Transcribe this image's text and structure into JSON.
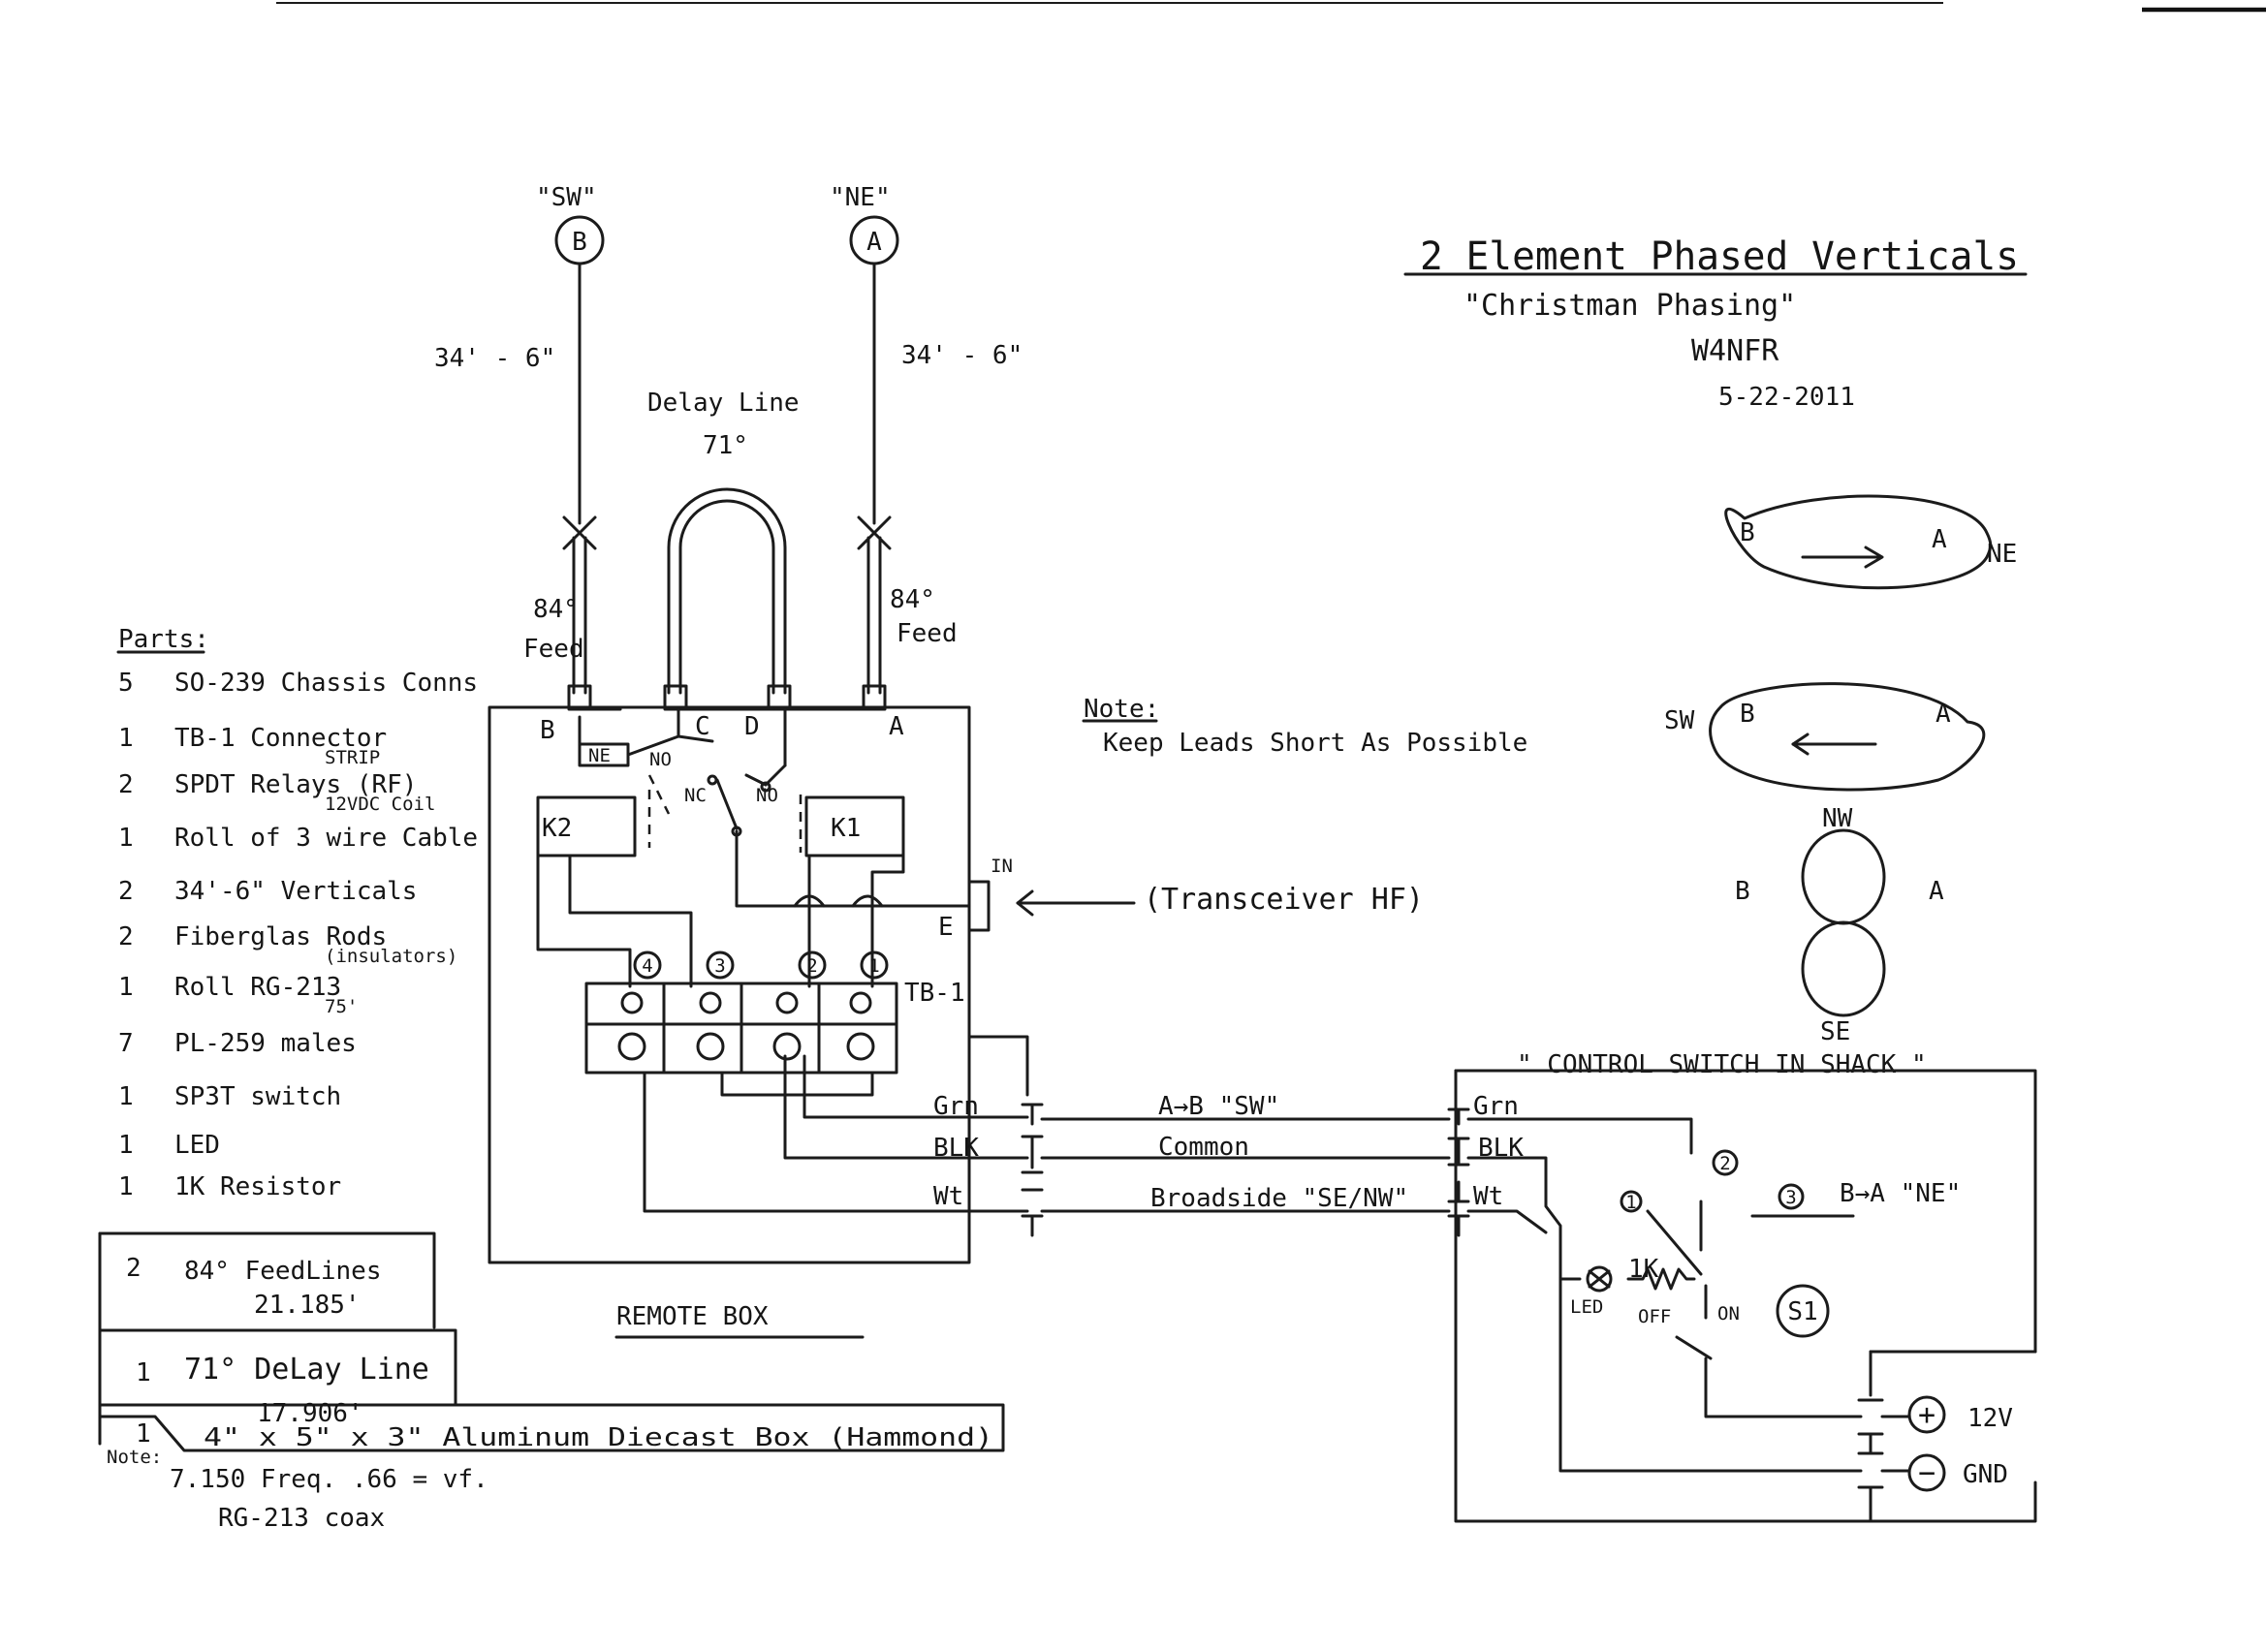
{
  "title": {
    "main": "2 Element Phased Verticals",
    "sub": "\"Christman Phasing\"",
    "callsign": "W4NFR",
    "date": "5-22-2011"
  },
  "antennas": {
    "b_quote": "\"SW\"",
    "b_letter": "B",
    "a_quote": "\"NE\"",
    "a_letter": "A",
    "b_length": "34' - 6\"",
    "a_length": "34' - 6\"",
    "delay_label": "Delay Line",
    "delay_deg": "71°",
    "feed_b_deg": "84°",
    "feed_b_word": "Feed",
    "feed_a_deg": "84°",
    "feed_a_word": "Feed"
  },
  "remote_box": {
    "label": "REMOTE BOX",
    "term_b": "B",
    "term_c": "C",
    "term_d": "D",
    "term_a": "A",
    "term_e": "E",
    "term_in": "IN",
    "relay_k2": "K2",
    "relay_k1": "K1",
    "ne_tag": "NE",
    "no_1": "NO",
    "nc": "NC",
    "no_2": "NO",
    "tb_label": "TB-1",
    "tb_1": "4",
    "tb_2": "3",
    "tb_3": "2",
    "tb_4": "1",
    "transceiver": "(Transceiver HF)"
  },
  "note_leads": {
    "heading": "Note:",
    "text": "Keep Leads Short As Possible"
  },
  "wiring": {
    "grn_left": "Grn",
    "blk_left": "BLK",
    "wt_left": "Wt",
    "grn_right": "Grn",
    "blk_right": "BLK",
    "wt_right": "Wt",
    "line_1": "A→B \"SW\"",
    "line_2": "Common",
    "line_3": "Broadside \"SE/NW\""
  },
  "control": {
    "title": "\" CONTROL SWITCH IN SHACK \"",
    "pos_1": "1",
    "pos_2": "2",
    "pos_3": "3",
    "ne_text": "B→A \"NE\"",
    "led": "LED",
    "resistor": "1K",
    "off": "OFF",
    "on": "ON",
    "switch": "S1",
    "plus": "+",
    "minus": "−",
    "v12": "12V",
    "gnd": "GND"
  },
  "patterns": {
    "p1_b": "B",
    "p1_a": "A",
    "p1_dir": "NE",
    "p2_dir": "SW",
    "p2_b": "B",
    "p2_a": "A",
    "p3_nw": "NW",
    "p3_b": "B",
    "p3_a": "A",
    "p3_se": "SE"
  },
  "parts": {
    "heading": "Parts:",
    "items": [
      {
        "qty": "5",
        "desc": "SO-239 Chassis Conns",
        "sub": ""
      },
      {
        "qty": "1",
        "desc": "TB-1 Connector",
        "sub": "STRIP"
      },
      {
        "qty": "2",
        "desc": "SPDT Relays (RF)",
        "sub": "12VDC Coil"
      },
      {
        "qty": "1",
        "desc": "Roll of 3 wire Cable",
        "sub": ""
      },
      {
        "qty": "2",
        "desc": "34'-6\" Verticals",
        "sub": ""
      },
      {
        "qty": "2",
        "desc": "Fiberglas Rods",
        "sub": "(insulators)"
      },
      {
        "qty": "1",
        "desc": "Roll RG-213",
        "sub": "75'"
      },
      {
        "qty": "7",
        "desc": "PL-259 males",
        "sub": ""
      },
      {
        "qty": "1",
        "desc": "SP3T switch",
        "sub": ""
      },
      {
        "qty": "1",
        "desc": "LED",
        "sub": ""
      },
      {
        "qty": "1",
        "desc": "1K Resistor",
        "sub": ""
      }
    ],
    "box_1_qty": "2",
    "box_1_desc": "84° FeedLines",
    "box_1_val": "21.185'",
    "box_2_qty": "1",
    "box_2_desc": "71° DeLay Line",
    "box_2_val": "17.906'",
    "box_3_qty": "1",
    "box_3_desc": "4\" x 5\" x 3\" Aluminum Diecast Box (Hammond)",
    "note_label": "Note:",
    "note_1": "7.150 Freq. .66 = vf.",
    "note_2": "RG-213 coax"
  }
}
